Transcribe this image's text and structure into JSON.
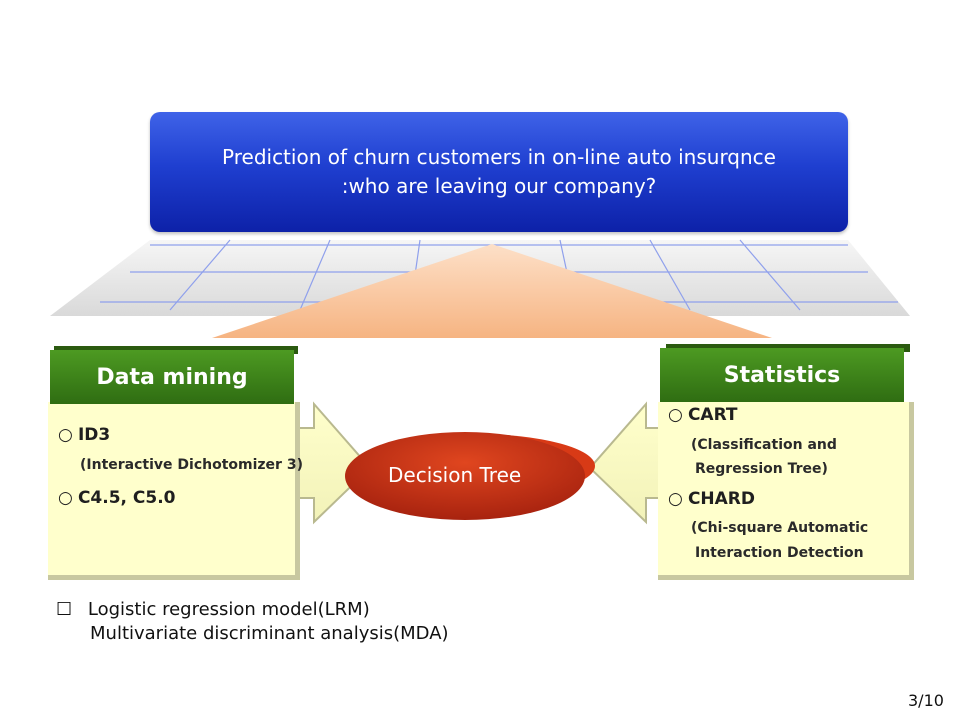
{
  "title": {
    "line1": "Prediction of churn customers in on-line auto insurqnce",
    "line2": ":who are leaving our company?"
  },
  "left_panel": {
    "header": "Data mining",
    "items": [
      {
        "bullet": "○",
        "label": "ID3",
        "sub": "(Interactive Dichotomizer 3)"
      },
      {
        "bullet": "○",
        "label": "C4.5, C5.0"
      }
    ]
  },
  "right_panel": {
    "header": "Statistics",
    "items": [
      {
        "bullet": "○",
        "label": "CART",
        "sub_lines": [
          "(Classification and",
          "Regression Tree)"
        ]
      },
      {
        "bullet": "○",
        "label": "CHARD",
        "sub_lines": [
          "(Chi-square Automatic",
          "Interaction Detection"
        ]
      }
    ]
  },
  "center": {
    "label": "Decision Tree"
  },
  "notes": {
    "checkbox": "☐",
    "line1": "Logistic regression model(LRM)",
    "line2": "Multivariate discriminant analysis(MDA)"
  },
  "page_number": "3/10",
  "colors": {
    "title_blue": "#1f3fd0",
    "header_green": "#3f8a1a",
    "panel_yellow": "#ffffcc",
    "ellipse_red": "#c8321a",
    "arrow_peach": "#f8bf95"
  }
}
